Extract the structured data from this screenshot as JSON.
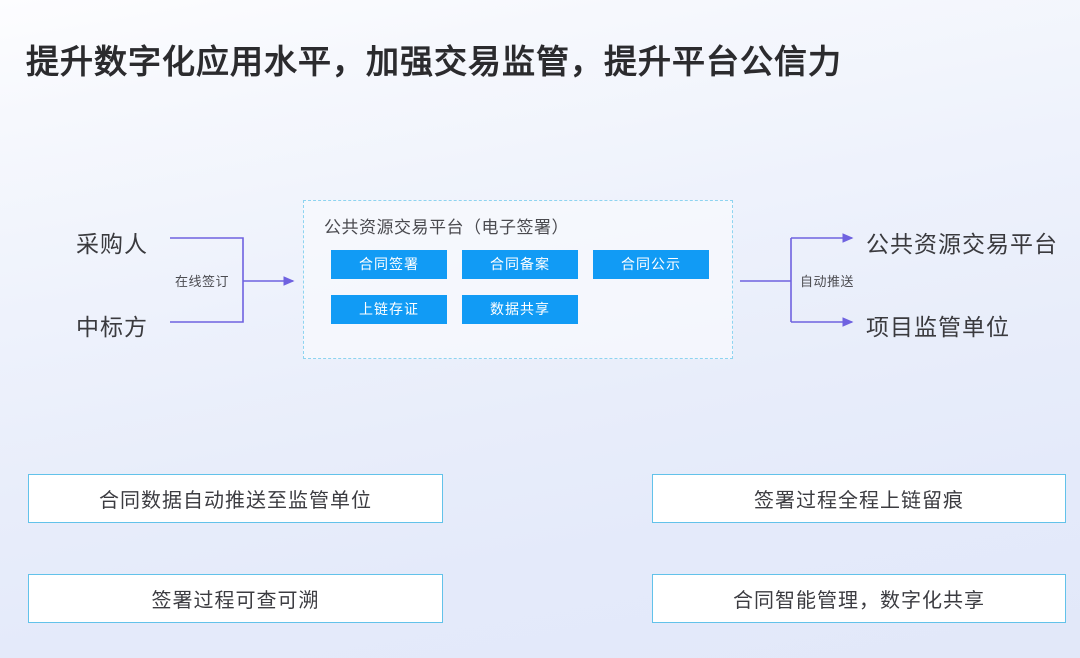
{
  "slide": {
    "title": "提升数字化应用水平，加强交易监管，提升平台公信力"
  },
  "colors": {
    "chip_blue": "#119bf5",
    "connector_purple": "#6f62e0",
    "panel_border": "#8ed4f0",
    "benefit_border": "#62c2ea",
    "title_text": "#2b2b2e"
  },
  "flow": {
    "actors": [
      {
        "label": "采购人"
      },
      {
        "label": "中标方"
      }
    ],
    "input_connector_label": "在线签订",
    "output_connector_label": "自动推送",
    "platform": {
      "title": "公共资源交易平台（电子签署）",
      "chips": [
        {
          "label": "合同签署"
        },
        {
          "label": "合同备案"
        },
        {
          "label": "合同公示"
        },
        {
          "label": "上链存证"
        },
        {
          "label": "数据共享"
        }
      ]
    },
    "outputs": [
      {
        "label": "公共资源交易平台"
      },
      {
        "label": "项目监管单位"
      }
    ]
  },
  "benefits": [
    {
      "label": "合同数据自动推送至监管单位"
    },
    {
      "label": "签署过程全程上链留痕"
    },
    {
      "label": "签署过程可查可溯"
    },
    {
      "label": "合同智能管理，数字化共享"
    }
  ]
}
